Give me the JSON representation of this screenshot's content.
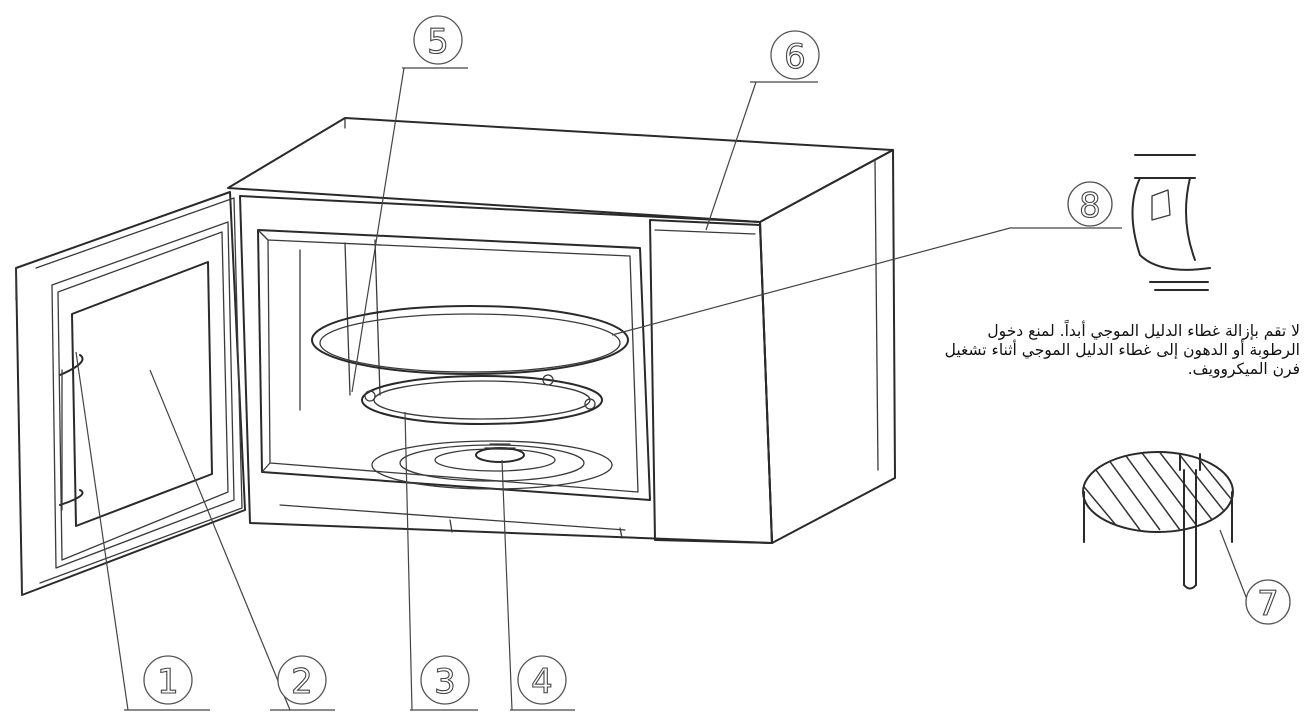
{
  "callouts": {
    "c1": "1",
    "c2": "2",
    "c3": "3",
    "c4": "4",
    "c5": "5",
    "c6": "6",
    "c7": "7",
    "c8": "8"
  },
  "note": {
    "text": "لا تقم بإزالة غطاء الدليل الموجي أبداً. لمنع دخول الرطوبة أو الدهون إلى غطاء الدليل الموجي أثناء تشغيل فرن الميكروويف."
  },
  "colors": {
    "line": "#2a2a2a",
    "background": "#ffffff"
  }
}
